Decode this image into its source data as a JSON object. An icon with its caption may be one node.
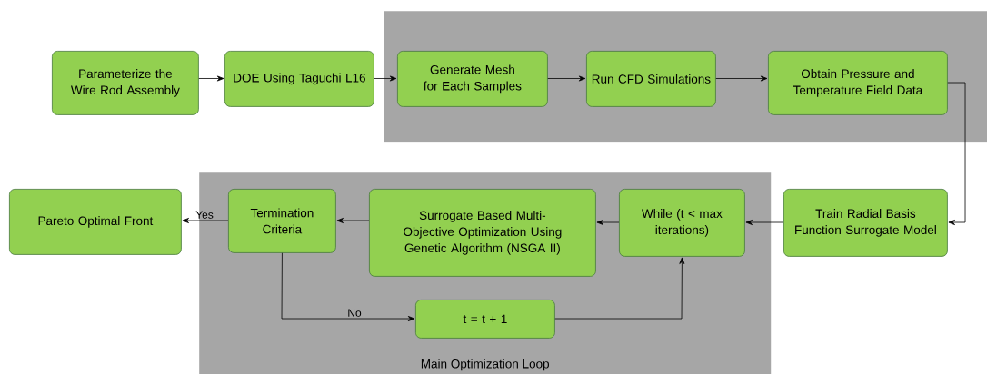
{
  "diagram": {
    "nodes": [
      {
        "text": [],
        "shape": "box"
      },
      {
        "text": [
          "Parameterize the Wire Rod Assembly"
        ]
      },
      {
        "text": [
          "DOE Using Taguchi L16"
        ]
      },
      {
        "text": [
          "Generate Mesh for Each Samples"
        ],
        "in": 0
      },
      {
        "text": [
          "Run CFD Simulations"
        ],
        "in": 0
      },
      {
        "text": [
          "Obtain Pressure and Temperature Field Data"
        ],
        "in": 0
      },
      {
        "text": [
          "Main Optimization Loop"
        ]
      },
      {
        "text": [
          "Pareto Optimal Front"
        ]
      },
      {
        "text": [
          "Termination Criteria"
        ],
        "in": 6
      },
      {
        "text": [
          "Surrogate Based Multi-Objective Optimization Using Genetic Algorithm (NSGA II)"
        ],
        "in": 6
      },
      {
        "text": [
          "While (t < max iterations)"
        ],
        "in": 6
      },
      {
        "text": [
          "t = t + 1"
        ],
        "in": 6
      },
      {
        "text": [
          "Train Radial Basis Function Surrogate Model"
        ]
      }
    ],
    "edges": [
      {
        "from": 1,
        "to": 2,
        "arrow": "to"
      },
      {
        "from": 2,
        "to": 3,
        "arrow": "to"
      },
      {
        "from": 3,
        "to": 4,
        "arrow": "to"
      },
      {
        "from": 4,
        "to": 5,
        "arrow": "to"
      },
      {
        "from": 5,
        "to": 12,
        "arrow": "to"
      },
      {
        "from": 12,
        "to": 10,
        "arrow": "to"
      },
      {
        "from": 10,
        "to": 9,
        "arrow": "to"
      },
      {
        "from": 9,
        "to": 8,
        "arrow": "to"
      },
      {
        "from": 8,
        "to": 7,
        "arrow": "to",
        "label": "Yes"
      },
      {
        "from": 8,
        "to": 11,
        "arrow": "to",
        "label": "No"
      },
      {
        "from": 11,
        "to": 10,
        "arrow": "to"
      }
    ]
  }
}
